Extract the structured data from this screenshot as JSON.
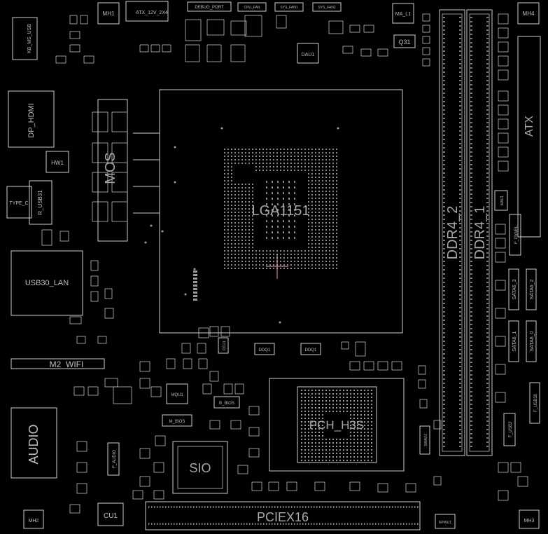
{
  "board": {
    "background": "#000000",
    "line_color": "#cfcfcf",
    "cursor_color": "#e6a0b0"
  },
  "labels": {
    "mh1": "MH1",
    "atx12v": "ATX_12V_2X4",
    "debug_port": "DEBUG_PORT",
    "cpu_fan": "CPU_FAN",
    "sys_fan1": "SYS_FAN1",
    "sys_fan2": "SYS_FAN2",
    "ma_l1": "MA_L1",
    "mh4": "MH4",
    "kb_ms_usb": "KB_MS_USB",
    "q31": "Q31",
    "dau1": "DAU1",
    "dp_hdmi": "DP_HDMI",
    "mos": "MOS",
    "hw1": "HW1",
    "type_c": "TYPE_C",
    "r_usb31": "R_USB31",
    "lga": "LGA1151",
    "ddr4_2": "DDR4_2",
    "ddr4_1": "DDR4_1",
    "atx": "ATX",
    "f_panel": "F_PANEL",
    "mau1": "MAU1",
    "usb30_lan": "USB30_LAN",
    "sata6_3": "SATA6_3",
    "sata6_2": "SATA6_2",
    "sata6_1": "SATA6_1",
    "sata6_0": "SATA6_0",
    "m2_wifi": "M2_WIFI",
    "dcu1": "DCU1",
    "ddq1": "DDQ1",
    "ddq1b": "DDQ1",
    "mqu1": "MQU1",
    "b_bios": "B_BIOS",
    "m_bios": "M_BIOS",
    "pch": "PCH_H3S",
    "swau1": "SWAU1",
    "audio": "AUDIO",
    "f_audio": "F_AUDIO",
    "sio": "SIO",
    "f_usb2": "F_USB2",
    "f_usb30": "F_USB30",
    "cu1": "CU1",
    "pcie": "PCIEX16",
    "mh2": "MH2",
    "mh3": "MH3",
    "rpwu1": "RPWU1"
  }
}
